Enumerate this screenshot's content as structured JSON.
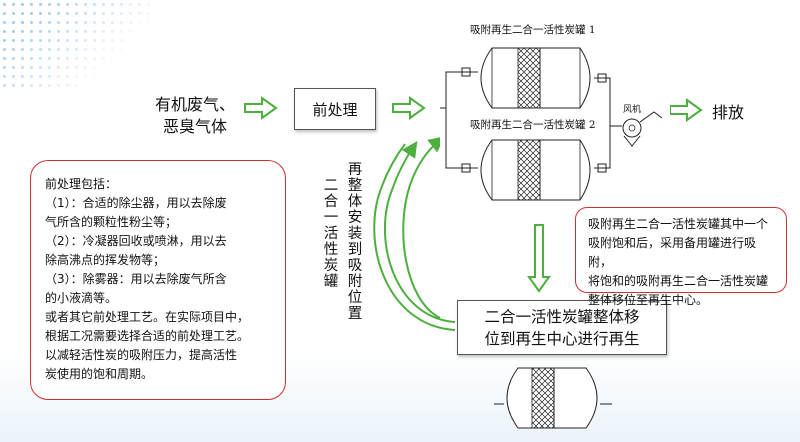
{
  "input_label": [
    "有机废气、",
    "恶臭气体"
  ],
  "pre_treatment": "前处理",
  "exhaust": "排放",
  "fan_label": "风机",
  "tank_labels": [
    "吸附再生二合一活性炭罐 1",
    "吸附再生二合一活性炭罐 2"
  ],
  "vertical_left": "二合一活性炭罐",
  "vertical_right": "再整体安装到吸附位置",
  "move_box": [
    "二合一活性炭罐整体移",
    "位到再生中心进行再生"
  ],
  "pre_detail_lines": [
    "前处理包括：",
    "（1）：合适的除尘器，用以去除废",
    "气所含的颗粒性粉尘等；",
    "（2）：冷凝器回收或喷淋，用以去",
    "除高沸点的挥发物等；",
    "（3）：除雾器：用以去除废气所含",
    "的小液滴等。",
    "或者其它前处理工艺。在实际项目中，",
    "根据工况需要选择合适的前处理工艺。",
    "以减轻活性炭的吸附压力，提高活性",
    "炭使用的饱和周期。"
  ],
  "regen_note_lines": [
    "吸附再生二合一活性炭罐其中一个",
    "吸附饱和后，采用备用罐进行吸附，",
    "将饱和的吸附再生二合一活性炭罐",
    "整体移位至再生中心。"
  ],
  "colors": {
    "arrow_green": "#4caf3e",
    "arrow_fill": "#ffffff",
    "note_border": "#d23030"
  }
}
